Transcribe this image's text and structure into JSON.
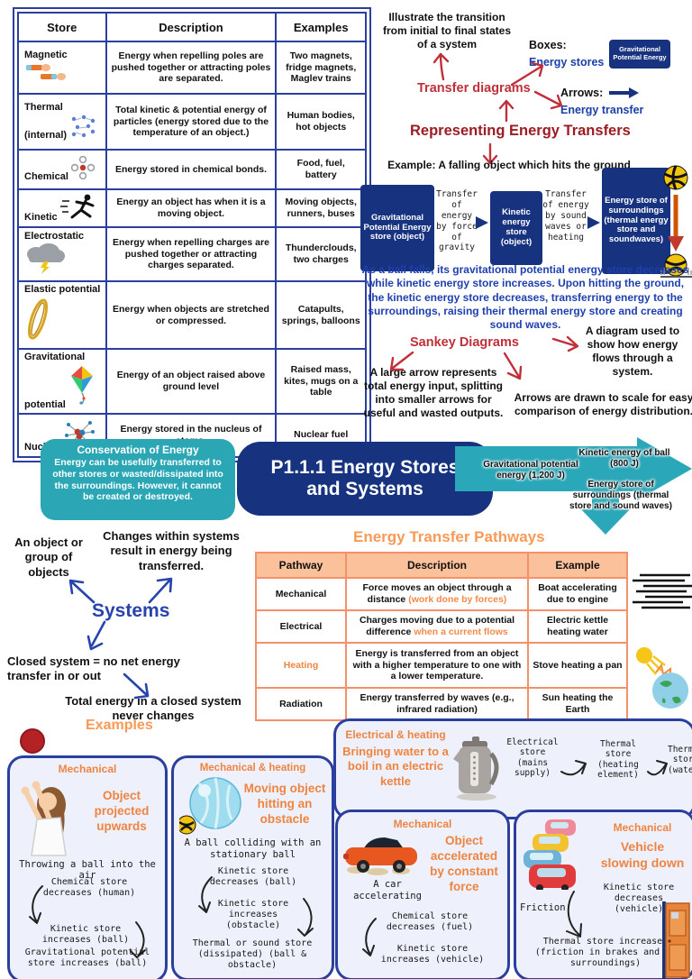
{
  "colors": {
    "navy": "#17337f",
    "table_border_blue": "#2b3f9e",
    "dark_red": "#9c1c24",
    "crimson": "#c0303a",
    "blue_text": "#1b3faa",
    "teal": "#2aa7b8",
    "orange": "#f28a4a",
    "orange_header_bg": "#fbc19b",
    "example_box_bg": "#eef1fb"
  },
  "icons": [
    "magnet-icon",
    "particles-icon",
    "molecule-icon",
    "runner-icon",
    "storm-cloud-icon",
    "rubber-band-icon",
    "kite-icon",
    "atom-icon",
    "volleyball-icon",
    "beach-ball-icon",
    "kettle-icon",
    "car-icon",
    "traffic-icon",
    "sun-earth-icon",
    "speed-lines-icon",
    "door-icon",
    "person-throwing-icon",
    "red-ball-icon",
    "arrow-icon"
  ],
  "stores_table": {
    "headers": [
      "Store",
      "Description",
      "Examples"
    ],
    "rows": [
      {
        "store": "Magnetic",
        "description": "Energy when repelling poles are pushed together or attracting poles are separated.",
        "examples": "Two magnets, fridge magnets, Maglev trains"
      },
      {
        "store": "Thermal (internal)",
        "description": "Total kinetic & potential energy of particles (energy stored due to the temperature of an object.)",
        "examples": "Human bodies, hot objects"
      },
      {
        "store": "Chemical",
        "description": "Energy stored in chemical bonds.",
        "examples": "Food, fuel, battery"
      },
      {
        "store": "Kinetic",
        "description": "Energy an object has when it is a moving object.",
        "examples": "Moving objects, runners, buses"
      },
      {
        "store": "Electrostatic",
        "description": "Energy when repelling charges are pushed together or attracting charges separated.",
        "examples": "Thunderclouds, two charges"
      },
      {
        "store": "Elastic potential",
        "description": "Energy when objects are stretched or compressed.",
        "examples": "Catapults, springs, balloons"
      },
      {
        "store": "Gravitational potential",
        "description": "Energy of an object raised above ground level",
        "examples": "Raised mass, kites, mugs on a table"
      },
      {
        "store": "Nuclear",
        "description": "Energy stored in the nucleus of atoms.",
        "examples": "Nuclear fuel"
      }
    ]
  },
  "representing": {
    "heading": "Representing Energy Transfers",
    "transfer_diagrams": "Transfer diagrams",
    "illustrate": "Illustrate the transition from initial to final states of a system",
    "boxes_label": "Boxes:",
    "boxes_value": "Energy stores",
    "box_sample": "Gravitational Potential Energy",
    "arrows_label": "Arrows:",
    "arrows_value": "Energy transfer",
    "example_title": "Example: A falling object which hits the ground",
    "flow": {
      "store1": "Gravitational Potential Energy store (object)",
      "transfer1": "Transfer of energy by force of gravity",
      "store2": "Kinetic energy store (object)",
      "transfer2": "Transfer of energy by sound waves or heating",
      "store3": "Energy store of surroundings (thermal energy store and soundwaves)"
    },
    "caption": "As a ball falls, its gravitational potential energy store decreases while kinetic energy store increases. Upon hitting the ground, the kinetic energy store decreases, transferring energy to the surroundings, raising their thermal energy store and creating sound waves."
  },
  "sankey": {
    "label": "Sankey Diagrams",
    "definition": "A diagram used to show how energy flows through a system.",
    "large_arrow": "A large arrow represents total energy input, splitting into smaller arrows for useful and wasted outputs.",
    "scale": "Arrows are drawn to scale for easy comparison of energy distribution.",
    "input": "Gravitational potential energy (1,200 J)",
    "useful": "Kinetic energy of ball (800 J)",
    "wasted": "Energy store of surroundings (thermal store and sound waves)"
  },
  "conservation": {
    "title": "Conservation of Energy",
    "body": "Energy can be usefully transferred to other stores or wasted/dissipated into the surroundings. However, it cannot be created or destroyed."
  },
  "main_title": "P1.1.1 Energy Stores and Systems",
  "systems": {
    "label": "Systems",
    "object": "An object or group of objects",
    "changes": "Changes within systems result in energy being transferred.",
    "closed": "Closed system = no net energy transfer in or out",
    "total": "Total energy in a closed system never changes"
  },
  "pathways": {
    "title": "Energy Transfer Pathways",
    "headers": [
      "Pathway",
      "Description",
      "Example"
    ],
    "rows": [
      {
        "pathway": "Mechanical",
        "desc": "Force moves an object through a distance ",
        "desc_orange": "(work done by forces)",
        "example": "Boat accelerating due to engine"
      },
      {
        "pathway": "Electrical",
        "desc": "Charges moving due to a potential difference ",
        "desc_orange": "when a current flows",
        "example": "Electric kettle heating water"
      },
      {
        "pathway": "Heating",
        "desc": "Energy is transferred from an object with a higher temperature to one with a lower temperature.",
        "desc_orange": "",
        "example": "Stove heating a pan"
      },
      {
        "pathway": "Radiation",
        "desc": "Energy transferred by waves (e.g., infrared radiation)",
        "desc_orange": "",
        "example": "Sun heating the Earth"
      }
    ]
  },
  "examples": {
    "title": "Examples",
    "box1": {
      "tag": "Mechanical",
      "title": "Object projected upwards",
      "subtitle": "Throwing a ball into the air",
      "steps": [
        "Chemical store decreases (human)",
        "Kinetic store increases (ball)",
        "Gravitational potential store increases (ball)"
      ]
    },
    "box2": {
      "tag": "Mechanical & heating",
      "title": "Moving object hitting an obstacle",
      "subtitle": "A ball colliding with an stationary ball",
      "steps": [
        "Kinetic store decreases (ball)",
        "Kinetic store increases (obstacle)",
        "Thermal or sound store (dissipated) (ball & obstacle)"
      ]
    },
    "box3": {
      "tag": "Electrical & heating",
      "title": "Bringing water to a boil in an electric kettle",
      "steps": [
        "Electrical store (mains supply)",
        "Thermal store (heating element)",
        "Thermal store (water)"
      ]
    },
    "box4": {
      "tag": "Mechanical",
      "title": "Object accelerated by constant force",
      "subtitle": "A car accelerating",
      "steps": [
        "Chemical store decreases (fuel)",
        "Kinetic store increases (vehicle)"
      ]
    },
    "box5": {
      "tag": "Mechanical",
      "title": "Vehicle slowing down",
      "friction": "Friction",
      "steps": [
        "Kinetic store decreases (vehicle)",
        "Thermal store increases (friction in brakes and to surroundings)"
      ]
    }
  }
}
